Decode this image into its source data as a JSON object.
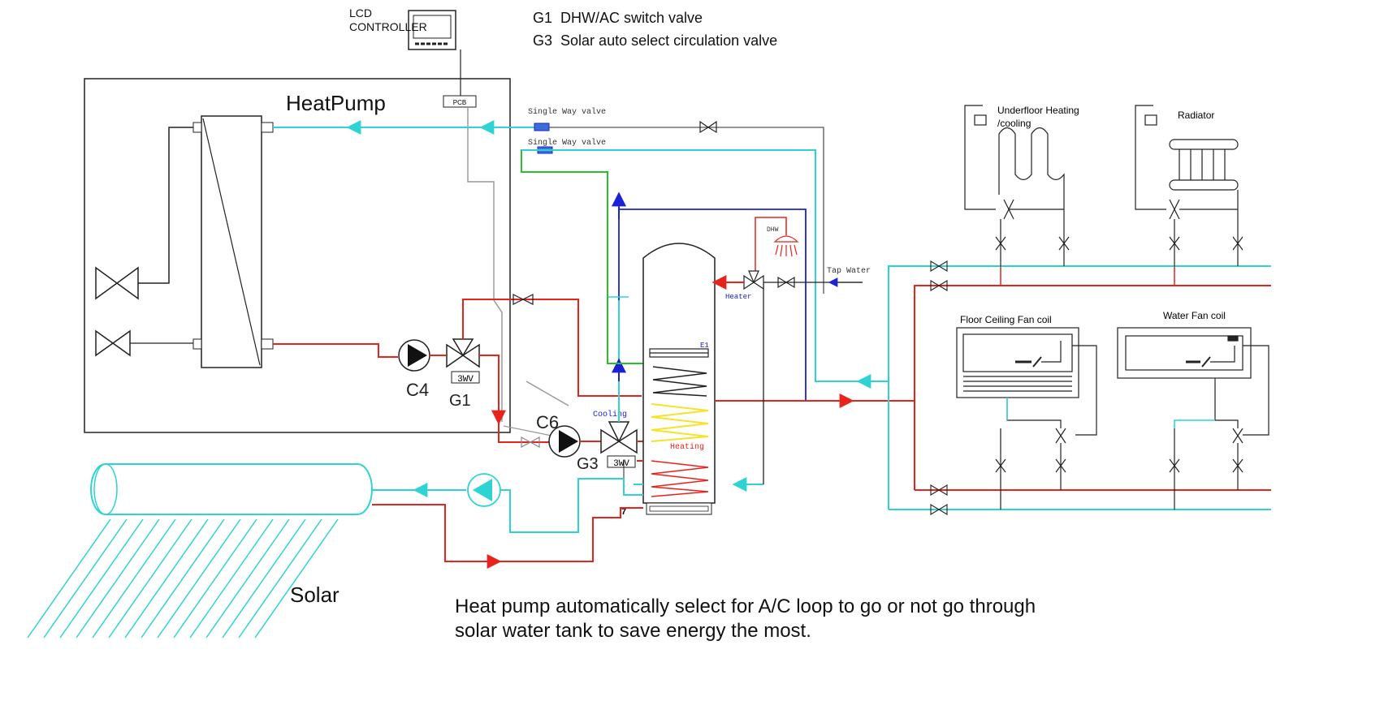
{
  "controller": {
    "label_line1": "LCD",
    "label_line2": "CONTROLLER",
    "pcb": "PCB"
  },
  "legend": [
    {
      "code": "G1",
      "text": "DHW/AC switch valve"
    },
    {
      "code": "G3",
      "text": "Solar auto select circulation valve"
    }
  ],
  "heat_pump": {
    "title": "HeatPump"
  },
  "pipes": {
    "single_way_valve_1": "Single Way valve",
    "single_way_valve_2": "Single Way valve",
    "tap_water": "Tap Water",
    "dhw": "DHW",
    "heater": "Heater",
    "cooling": "Cooling",
    "heating": "Heating",
    "e1": "E1"
  },
  "components": {
    "c4": "C4",
    "g1": "G1",
    "c6": "C6",
    "g3": "G3",
    "three_way_valve": "3WV",
    "drain_label": "7"
  },
  "emitters": {
    "underfloor_line1": "Underfloor Heating",
    "underfloor_line2": "/cooling",
    "radiator": "Radiator",
    "floor_ceiling_fan_coil": "Floor Ceiling Fan coil",
    "water_fan_coil": "Water Fan coil"
  },
  "solar": {
    "title": "Solar"
  },
  "caption": {
    "line1": "Heat pump automatically select for A/C loop to go or not go through",
    "line2": "solar water tank to save energy the most."
  },
  "colors": {
    "hot": "#e8231c",
    "cold": "#2fd3d3",
    "green": "#2bbf2b",
    "blue": "#1b22d6",
    "coil_yellow": "#f5e32a",
    "line": "#222222"
  }
}
